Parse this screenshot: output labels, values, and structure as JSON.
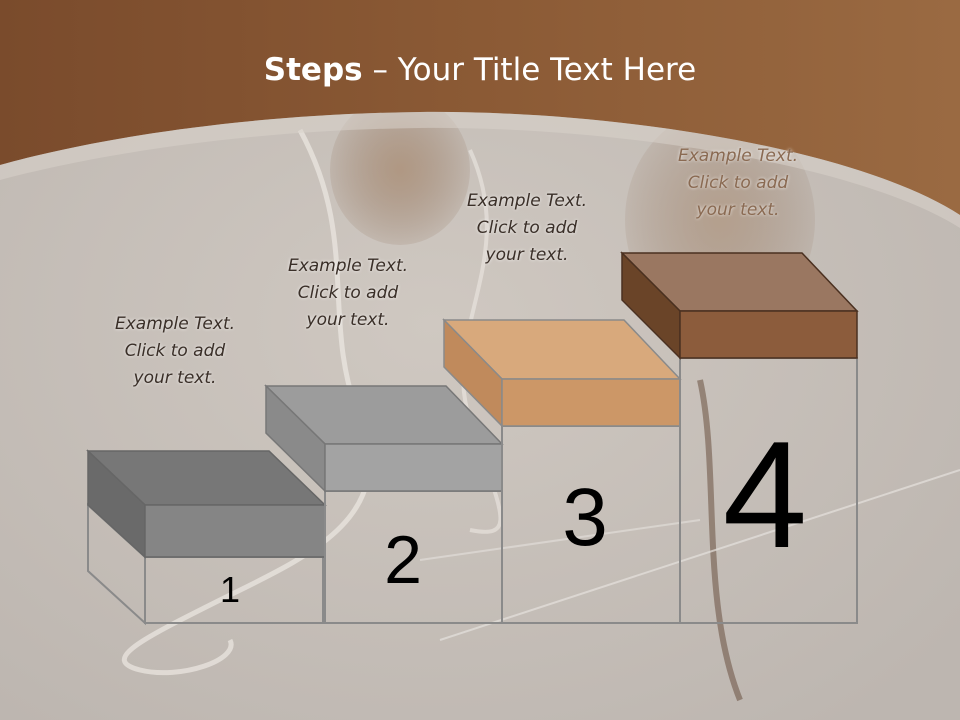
{
  "slide": {
    "title_bold": "Steps",
    "title_rest": " – Your Title Text Here",
    "steps": [
      {
        "number": "1",
        "lines": [
          "Example Text.",
          "Click  to add",
          "your text."
        ],
        "top_color": "#777777",
        "front_color": "#858585"
      },
      {
        "number": "2",
        "lines": [
          "Example Text.",
          "Click  to add",
          "your text."
        ],
        "top_color": "#9c9c9c",
        "front_color": "#a3a3a3"
      },
      {
        "number": "3",
        "lines": [
          "Example Text.",
          "Click  to add",
          "your text."
        ],
        "top_color": "#d8a97c",
        "front_color": "#cc9767"
      },
      {
        "number": "4",
        "lines": [
          "Example Text.",
          "Click  to add",
          "your text."
        ],
        "top_color": "#9a7761",
        "front_color": "#8c5c3c"
      }
    ],
    "colors": {
      "header_band": "#8a5a36",
      "background": "#c9c4bf",
      "outline": "#8a8a8a"
    }
  }
}
